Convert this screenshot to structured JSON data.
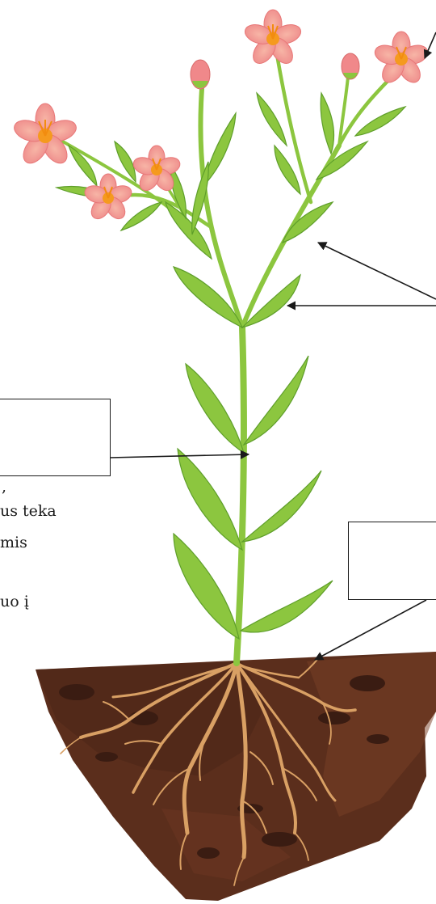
{
  "text_fragments": [
    ",",
    "us teka",
    "mis",
    "uo į"
  ],
  "label_boxes": [
    "stem-label-box",
    "root-label-box"
  ],
  "colors": {
    "petal": "#f5a0a0",
    "petal_dark": "#e87878",
    "flower_center": "#f59a1e",
    "stamen": "#f28c0f",
    "leaf": "#8cc63f",
    "leaf_dark": "#5e9e2a",
    "stem": "#8cc63f",
    "soil_dark": "#4a2618",
    "soil": "#5b2e1c",
    "soil_light": "#7a3f26",
    "soil_spot": "#3a1c12",
    "root": "#d9a064",
    "pointer": "#1a1a1a"
  },
  "icons": [
    "flower-icon",
    "leaf-icon",
    "soil-icon",
    "root-icon",
    "arrow-icon"
  ]
}
